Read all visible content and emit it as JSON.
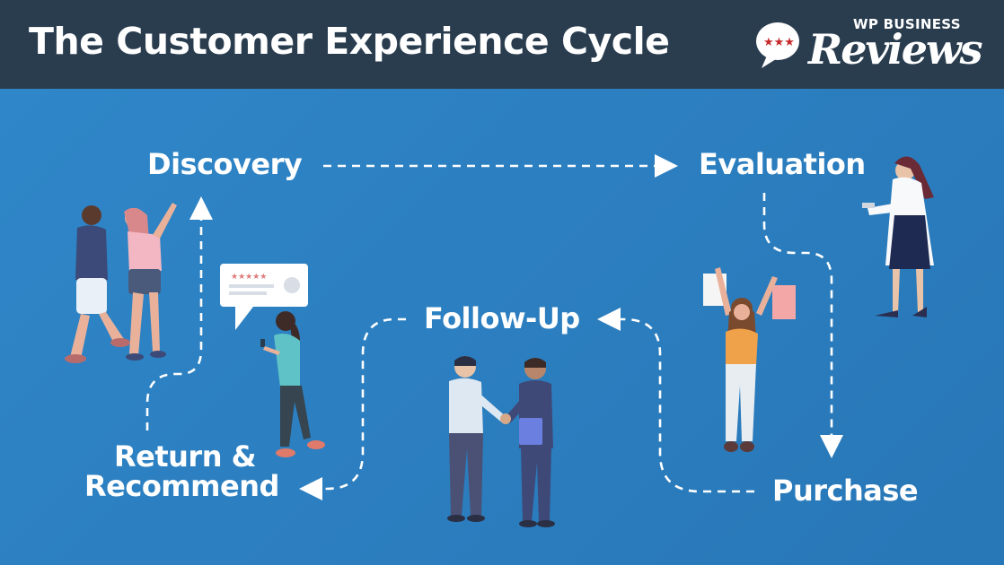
{
  "header": {
    "title": "The Customer Experience Cycle",
    "logo_top": "WP BUSINESS",
    "logo_script": "Reviews"
  },
  "stages": {
    "discovery": "Discovery",
    "evaluation": "Evaluation",
    "purchase": "Purchase",
    "follow_up": "Follow-Up",
    "return_line1": "Return &",
    "return_line2": "Recommend"
  },
  "colors": {
    "header_bg": "#2a3d4f",
    "main_bg": "#2b7fc1",
    "text": "#ffffff",
    "logo_badge": "#c62b2b"
  },
  "review_card": {
    "stars": "★★★★★"
  }
}
